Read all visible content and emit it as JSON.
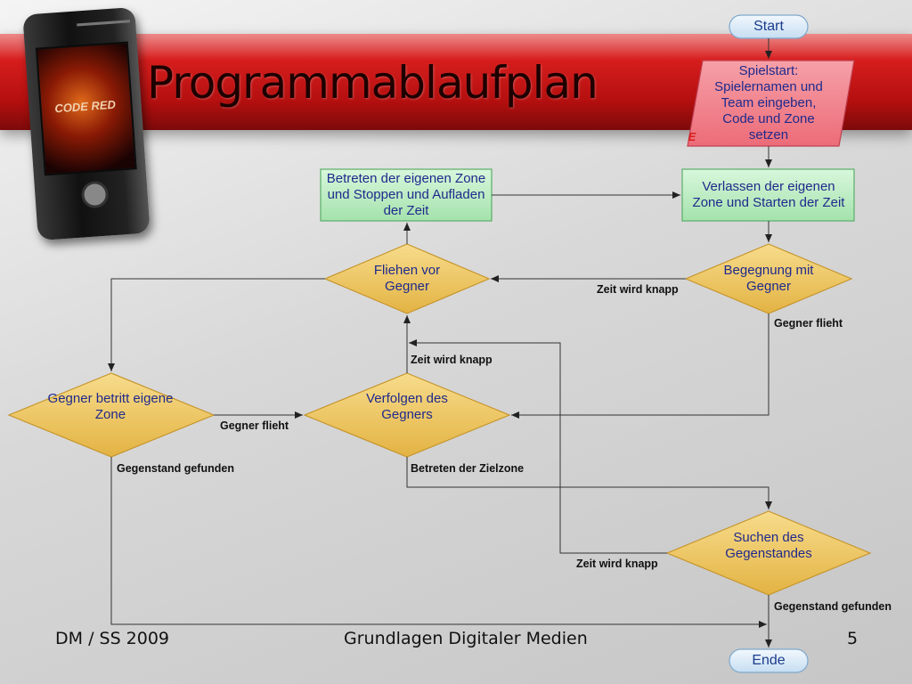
{
  "slide": {
    "title": "Programmablaufplan",
    "footer_left": "DM / SS 2009",
    "footer_center": "Grundlagen Digitaler Medien",
    "page_number": "5"
  },
  "phone_image": {
    "logo_text": "CODE RED"
  },
  "flowchart": {
    "nodes": {
      "start": "Start",
      "spielstart": "Spielstart: Spielernamen und Team eingeben, Code und Zone setzen",
      "spielstart_marker": "E",
      "verlassen": "Verlassen der eigenen Zone und Starten der Zeit",
      "betreten": "Betreten der eigenen Zone und Stoppen und Aufladen der Zeit",
      "begegnung": "Begegnung mit Gegner",
      "fliehen": "Fliehen vor Gegner",
      "verfolgen": "Verfolgen des Gegners",
      "gegner_zone": "Gegner betritt eigene Zone",
      "suchen": "Suchen des Gegenstandes",
      "ende": "Ende"
    },
    "edge_labels": {
      "zeit_knapp_1": "Zeit wird knapp",
      "gegner_flieht_1": "Gegner flieht",
      "zeit_knapp_2": "Zeit wird knapp",
      "gegner_flieht_2": "Gegner flieht",
      "gegenstand_gefunden_1": "Gegenstand gefunden",
      "betreten_zielzone": "Betreten der Zielzone",
      "zeit_knapp_3": "Zeit wird knapp",
      "gegenstand_gefunden_2": "Gegenstand gefunden"
    }
  },
  "colors": {
    "banner_red": "#d81e1e",
    "terminal_fill": "#dcecf8",
    "io_fill": "#f0808a",
    "process_fill": "#b8ecbf",
    "decision_fill": "#f0c65a",
    "node_text": "#1f2a8c"
  }
}
